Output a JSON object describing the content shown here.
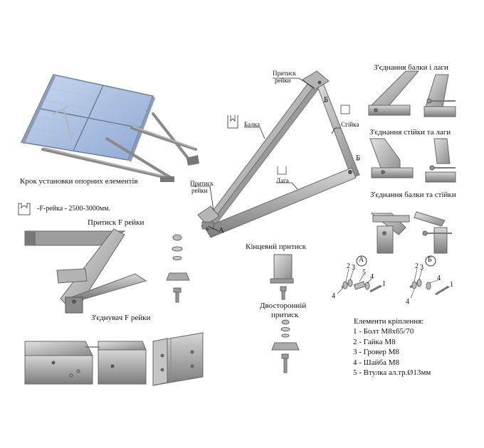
{
  "labels": {
    "step": "Крок установки опорних елементів",
    "rail_note": "-F-рейка - 2500-3000мм.",
    "clamp_f": "Притиск F рейки",
    "connector_f": "З'єднувач F рейки",
    "end_clamp": "Кінцевий притиск",
    "double_clamp_1": "Двосторонній",
    "double_clamp_2": "притиск",
    "beam_lag": "З'єднання балки і лаги",
    "post_lag": "З'єднання стійки та лаги",
    "beam_post": "З'єднання балки та стійки",
    "pressure_top_1": "Притиск",
    "pressure_top_2": "рейки",
    "pressure_left_1": "Притиск",
    "pressure_left_2": "рейки",
    "beam": "Балка",
    "post": "Стійка",
    "lag": "Лага",
    "mark_a": "А",
    "mark_b1": "Б",
    "mark_b2": "Б",
    "circle_a": "А",
    "circle_b": "Б"
  },
  "fasteners": {
    "title": "Елементи кріплення:",
    "items": [
      "1 - Болт М8х65/70",
      "2 - Гайка М8",
      "3 - Гровер М8",
      "4 - Шайба М8",
      "5 - Втулка ал.тр.Ø13мм"
    ],
    "group_a": [
      "2",
      "3",
      "5",
      "4",
      "4",
      "1"
    ],
    "group_b": [
      "2",
      "3",
      "4",
      "4",
      "1"
    ]
  }
}
